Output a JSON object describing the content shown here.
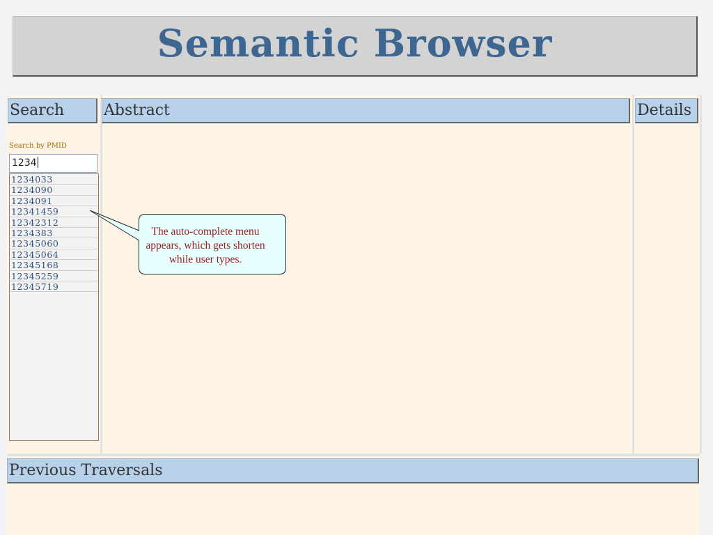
{
  "app": {
    "title": "Semantic Browser"
  },
  "search": {
    "header": "Search",
    "label": "Search by PMID",
    "input_value": "1234",
    "suggestions": [
      "1234033",
      "1234090",
      "1234091",
      "12341459",
      "12342312",
      "1234383",
      "12345060",
      "12345064",
      "12345168",
      "12345259",
      "12345719"
    ]
  },
  "abstract": {
    "header": "Abstract"
  },
  "details": {
    "header": "Details"
  },
  "previous": {
    "header": "Previous Traversals"
  },
  "callout": {
    "lines": [
      "The auto-complete menu",
      "appears, which gets shorten",
      "while user types."
    ]
  },
  "colors": {
    "title_text": "#3d6690",
    "header_bg": "#b8d1ea",
    "panel_bg": "#fdf4e6",
    "callout_bg": "#e6ffff",
    "callout_text": "#9b1b1b",
    "suggestion_text": "#2f4f7c"
  }
}
